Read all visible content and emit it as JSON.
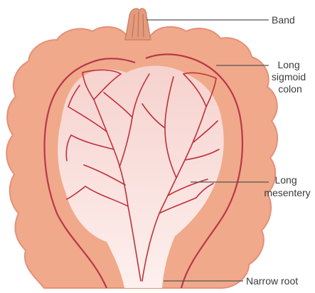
{
  "labels": {
    "band": "Band",
    "long_sigmoid_colon": [
      "Long",
      "sigmoid",
      "colon"
    ],
    "long_mesentery": [
      "Long",
      "mesentery"
    ],
    "narrow_root": "Narrow root"
  },
  "colors": {
    "colon_fill": "#f0a98a",
    "colon_edge": "#e4907a",
    "mesentery_fill": "#f9dfdc",
    "vessel": "#c0303a",
    "band_fill": "#e49a7c",
    "leader_line": "#555555",
    "label_text": "#3a3a3a"
  }
}
